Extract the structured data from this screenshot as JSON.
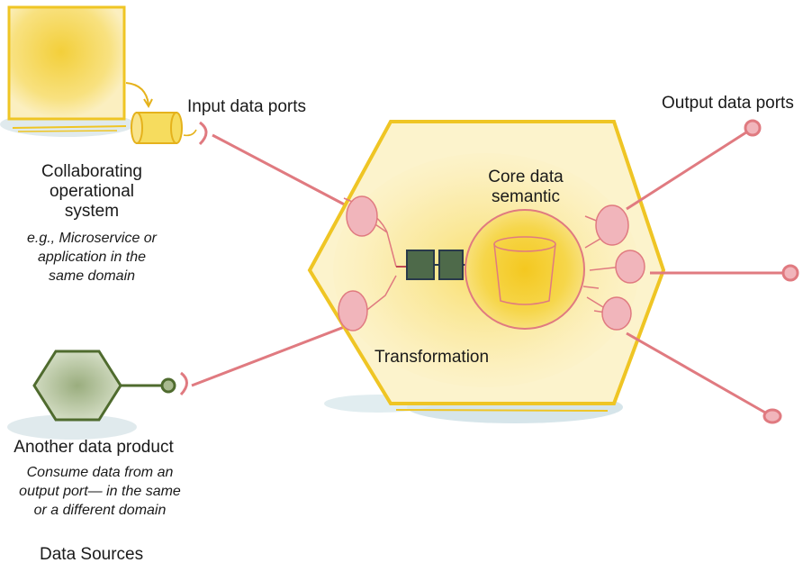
{
  "labels": {
    "input_ports": "Input data ports",
    "output_ports": "Output data ports",
    "collaborating": [
      "Collaborating",
      "operational",
      "system"
    ],
    "collaborating_desc": [
      "e.g., Microservice or",
      "application in the",
      "same domain"
    ],
    "core": [
      "Core data",
      "semantic"
    ],
    "transformation": "Transformation",
    "another_product": "Another data product",
    "another_desc": [
      "Consume data from an",
      "output port— in the same",
      "or a different domain"
    ],
    "data_sources": "Data Sources"
  },
  "colors": {
    "yellow_border": "#efc524",
    "yellow_fill": "#f7dc5a",
    "pink": "#e07a80",
    "pink_fill": "#f1c2c7",
    "green": "#4f6b2e",
    "green_fill": "#a9b98f",
    "blue_shadow": "#c9dde3"
  }
}
